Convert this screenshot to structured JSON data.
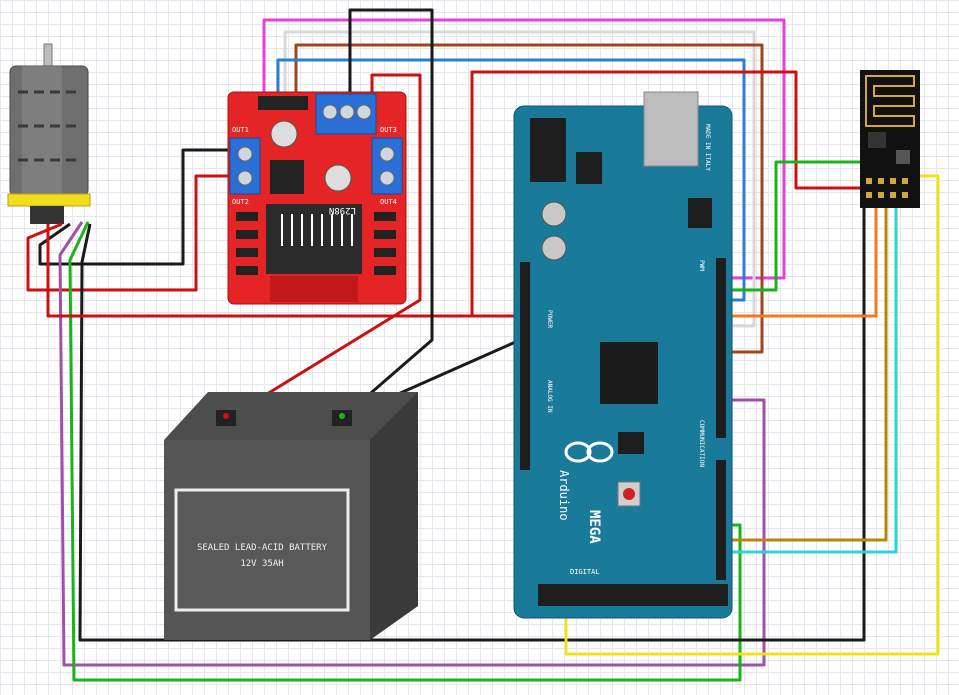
{
  "driver": {
    "chip_label": "L298N",
    "out1_label": "OUT1",
    "out2_label": "OUT2",
    "out3_label": "OUT3",
    "out4_label": "OUT4"
  },
  "battery": {
    "line1": "SEALED LEAD-ACID BATTERY",
    "line2": "12V 35AH"
  },
  "arduino": {
    "brand": "Arduino",
    "model": "MEGA",
    "made_in": "MADE IN ITALY",
    "power_label": "POWER",
    "analog_label": "ANALOG IN",
    "digital_label": "DIGITAL",
    "comm_label": "COMMUNICATION",
    "pwm_label": "PWM"
  },
  "wire_colors": {
    "red": "#cc1111",
    "black": "#1a1a1a",
    "pink": "#e63fd8",
    "brown": "#a0461e",
    "blue": "#2a7fd0",
    "white": "#d8d8d8",
    "green": "#18b418",
    "orange": "#f07a1c",
    "purple": "#a050a8",
    "yellow": "#f2e21c",
    "cyan": "#2ad4d4",
    "gold": "#b8860b"
  }
}
